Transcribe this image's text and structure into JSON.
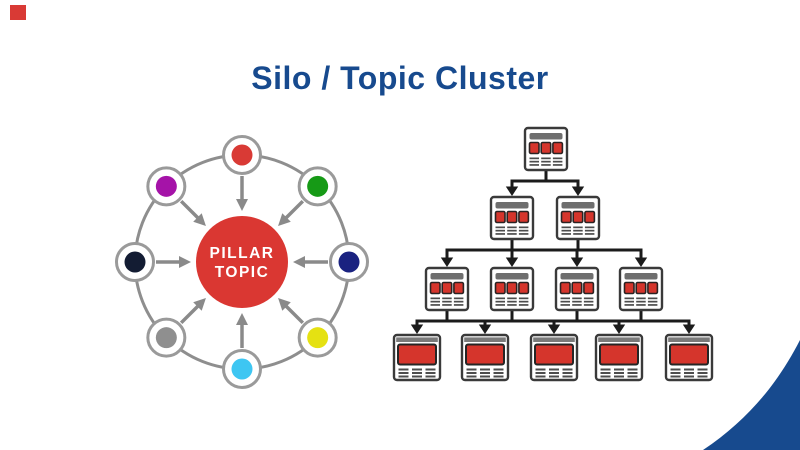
{
  "slide": {
    "background": "#ffffff",
    "accent_red": "#d93a35",
    "accent_blue": "#174a8e"
  },
  "title": {
    "text": "Silo / Topic Cluster",
    "color": "#174a8e"
  },
  "pillar_diagram": {
    "label_line1": "PILLAR",
    "label_line2": "TOPIC",
    "center_color": "#da3732",
    "ring_color": "#8e8e8e",
    "arrow_color": "#8a8a8a",
    "node_fill": "#ffffff",
    "node_border_color": "#9a9a9a",
    "nodes": [
      {
        "position": "top",
        "color": "#d93a35"
      },
      {
        "position": "top-right",
        "color": "#169a16"
      },
      {
        "position": "right",
        "color": "#1a2280"
      },
      {
        "position": "bottom-right",
        "color": "#e5e112"
      },
      {
        "position": "bottom",
        "color": "#3ec6f2"
      },
      {
        "position": "bottom-left",
        "color": "#8f8f8f"
      },
      {
        "position": "left",
        "color": "#131c33"
      },
      {
        "position": "top-left",
        "color": "#a513a8"
      }
    ]
  },
  "silo_tree": {
    "connector_color": "#1b1b1b",
    "icon_border_color": "#3a3a3a",
    "icon_bar_color": "#6e6e6e",
    "icon_text_color": "#4d4d4d",
    "icon_red": "#d5352c",
    "levels": [
      {
        "count": 1,
        "style": "thumbnails"
      },
      {
        "count": 2,
        "style": "thumbnails"
      },
      {
        "count": 4,
        "style": "thumbnails"
      },
      {
        "count": 5,
        "style": "banner"
      }
    ]
  }
}
